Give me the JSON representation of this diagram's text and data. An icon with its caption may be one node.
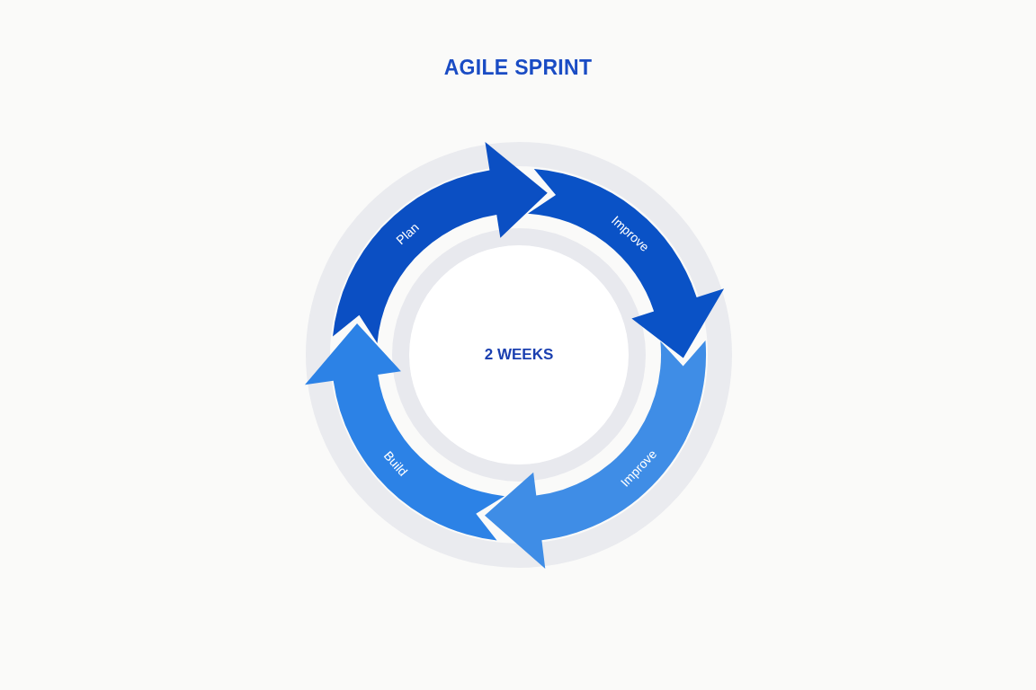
{
  "diagram": {
    "title": "AGILE SPRINT",
    "nodes": [
      {
        "text": [
          "Plan"
        ]
      },
      {
        "text": [
          "Improve"
        ]
      },
      {
        "text": [
          "Improve"
        ]
      },
      {
        "text": [
          "Build"
        ]
      },
      {
        "text": [
          "2 WEEKS"
        ]
      }
    ]
  }
}
